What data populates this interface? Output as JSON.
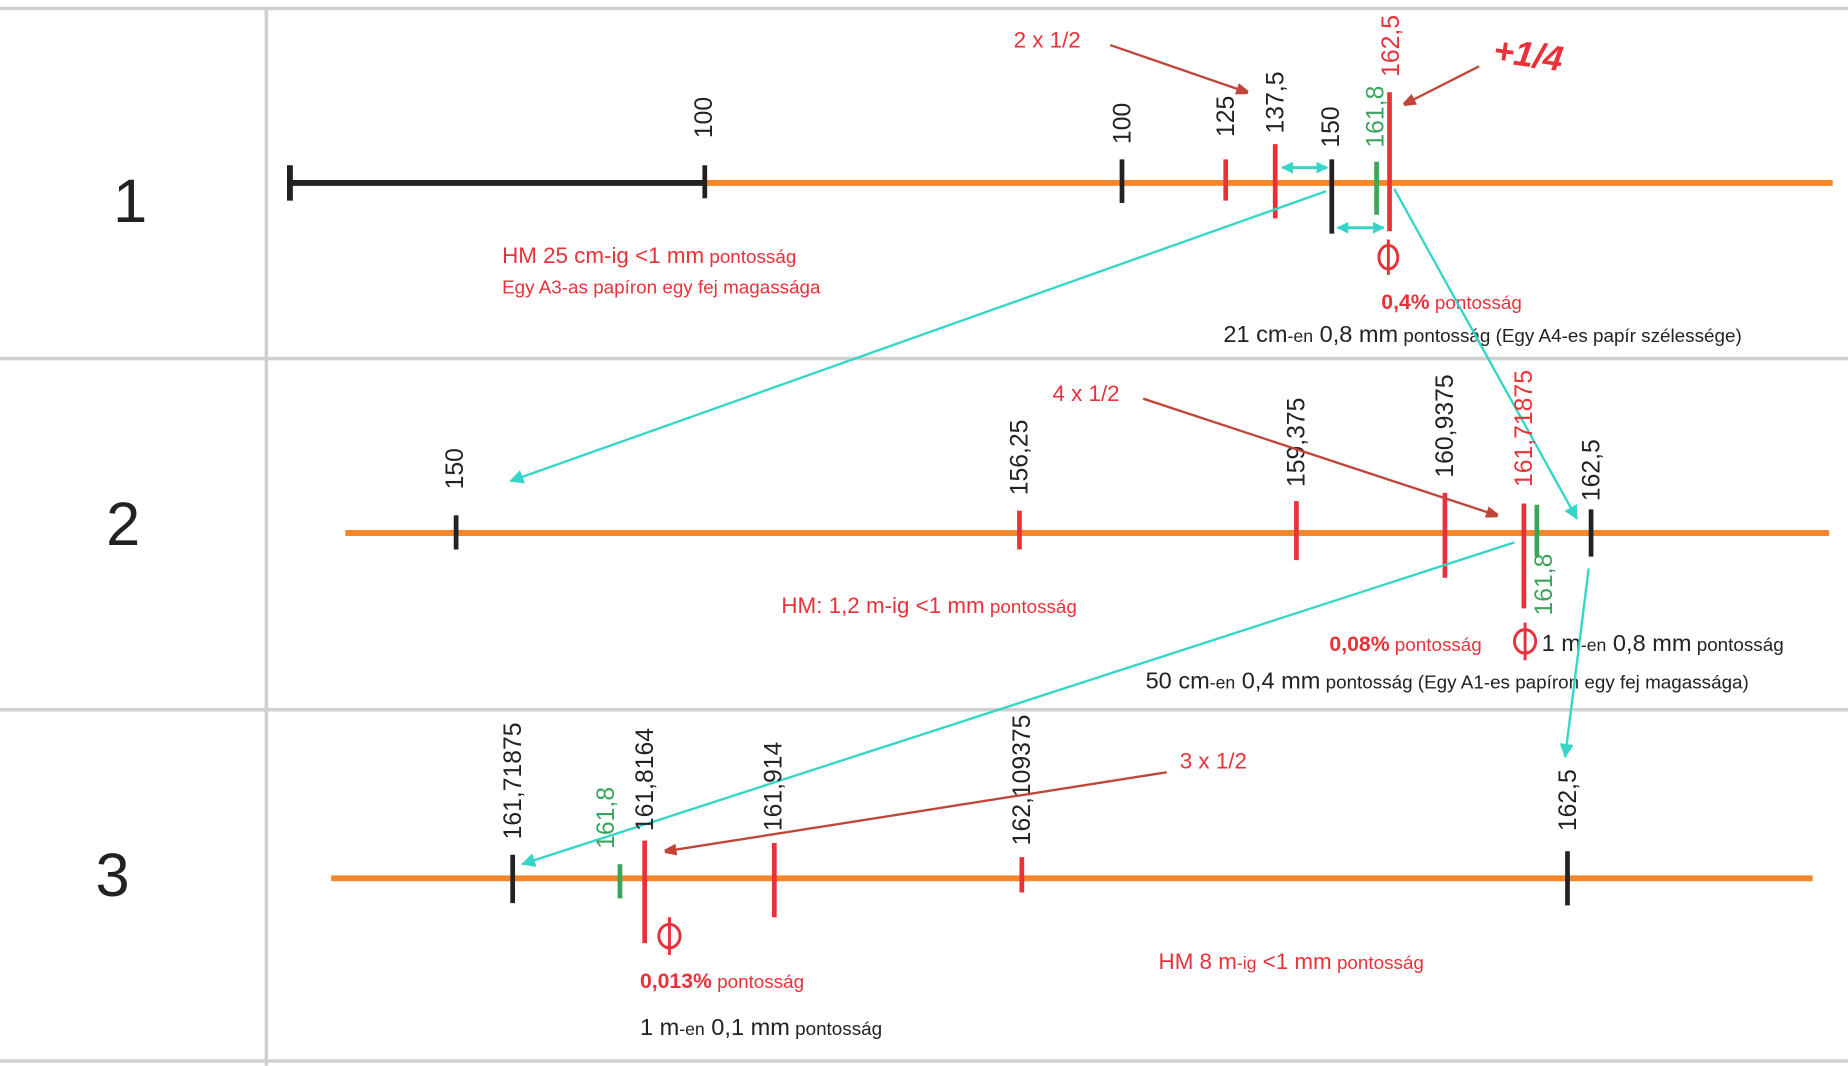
{
  "colors": {
    "axis": "#f5862a",
    "red": "#e8323a",
    "green": "#3aa55a",
    "black": "#222222",
    "cyan": "#35d6c8",
    "arrow": "#c0463a",
    "grid": "#cccccc"
  },
  "rows": [
    {
      "number": "1",
      "ticks": [
        "100",
        "100",
        "125",
        "137,5",
        "150",
        "161,8",
        "162,5"
      ],
      "step_label": "2 x 1/2",
      "handwritten": "+1/4",
      "hm_main": "HM 25 cm-ig <1 mm",
      "hm_unit": "pontosság",
      "hm_sub": "Egy A3-as papíron egy fej magassága",
      "precision_value": "0,4%",
      "precision_word": "pontosság",
      "detail": {
        "a": "21 cm",
        "b": "-en",
        "c": " 0,8 mm",
        "d": " pontosság (Egy A4-es papír szélessége)"
      }
    },
    {
      "number": "2",
      "ticks": [
        "150",
        "156,25",
        "159,375",
        "160,9375",
        "161,71875",
        "161,8",
        "162,5"
      ],
      "step_label": "4 x 1/2",
      "hm_main": "HM: 1,2 m-ig  <1 mm",
      "hm_unit": "pontosság",
      "precision_value": "0,08%",
      "precision_word": "pontosság",
      "detail1": {
        "a": "1 m",
        "b": "-en",
        "c": " 0,8 mm",
        "d": " pontosság"
      },
      "detail2": {
        "a": "50 cm",
        "b": "-en",
        "c": " 0,4 mm",
        "d": " pontosság (Egy A1-es papíron egy fej magassága)"
      }
    },
    {
      "number": "3",
      "ticks": [
        "161,71875",
        "161,8",
        "161,8164",
        "161,914",
        "162,109375",
        "162,5"
      ],
      "step_label": "3 x 1/2",
      "hm_main": "HM 8 m",
      "hm_ig": "-ig",
      "hm_rest": " <1 mm",
      "hm_unit": "pontosság",
      "precision_value": "0,013%",
      "precision_word": "pontosság",
      "detail": {
        "a": "1 m",
        "b": "-en",
        "c": " 0,1 mm",
        "d": " pontosság"
      }
    }
  ]
}
